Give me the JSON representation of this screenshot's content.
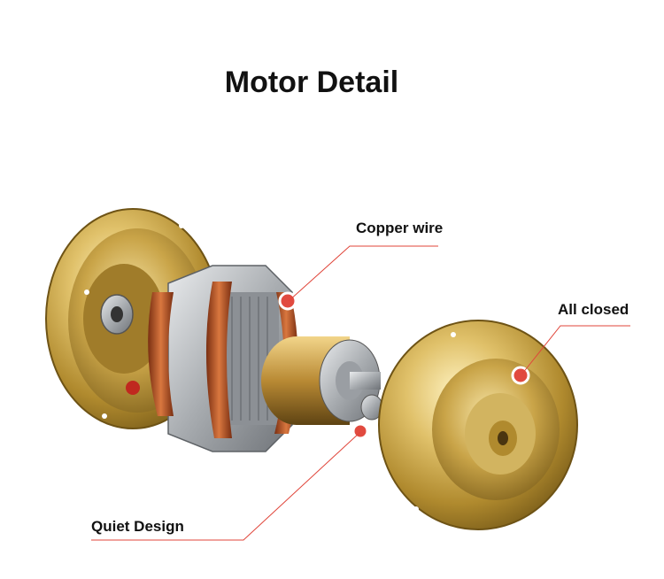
{
  "title": "Motor Detail",
  "callouts": {
    "copper_wire": "Copper wire",
    "all_closed": "All closed",
    "quiet_design": "Quiet Design"
  },
  "colors": {
    "gold": "#c9a448",
    "copper": "#b5552a",
    "steel": "#a8acb0",
    "callout_line": "#e0453a"
  }
}
